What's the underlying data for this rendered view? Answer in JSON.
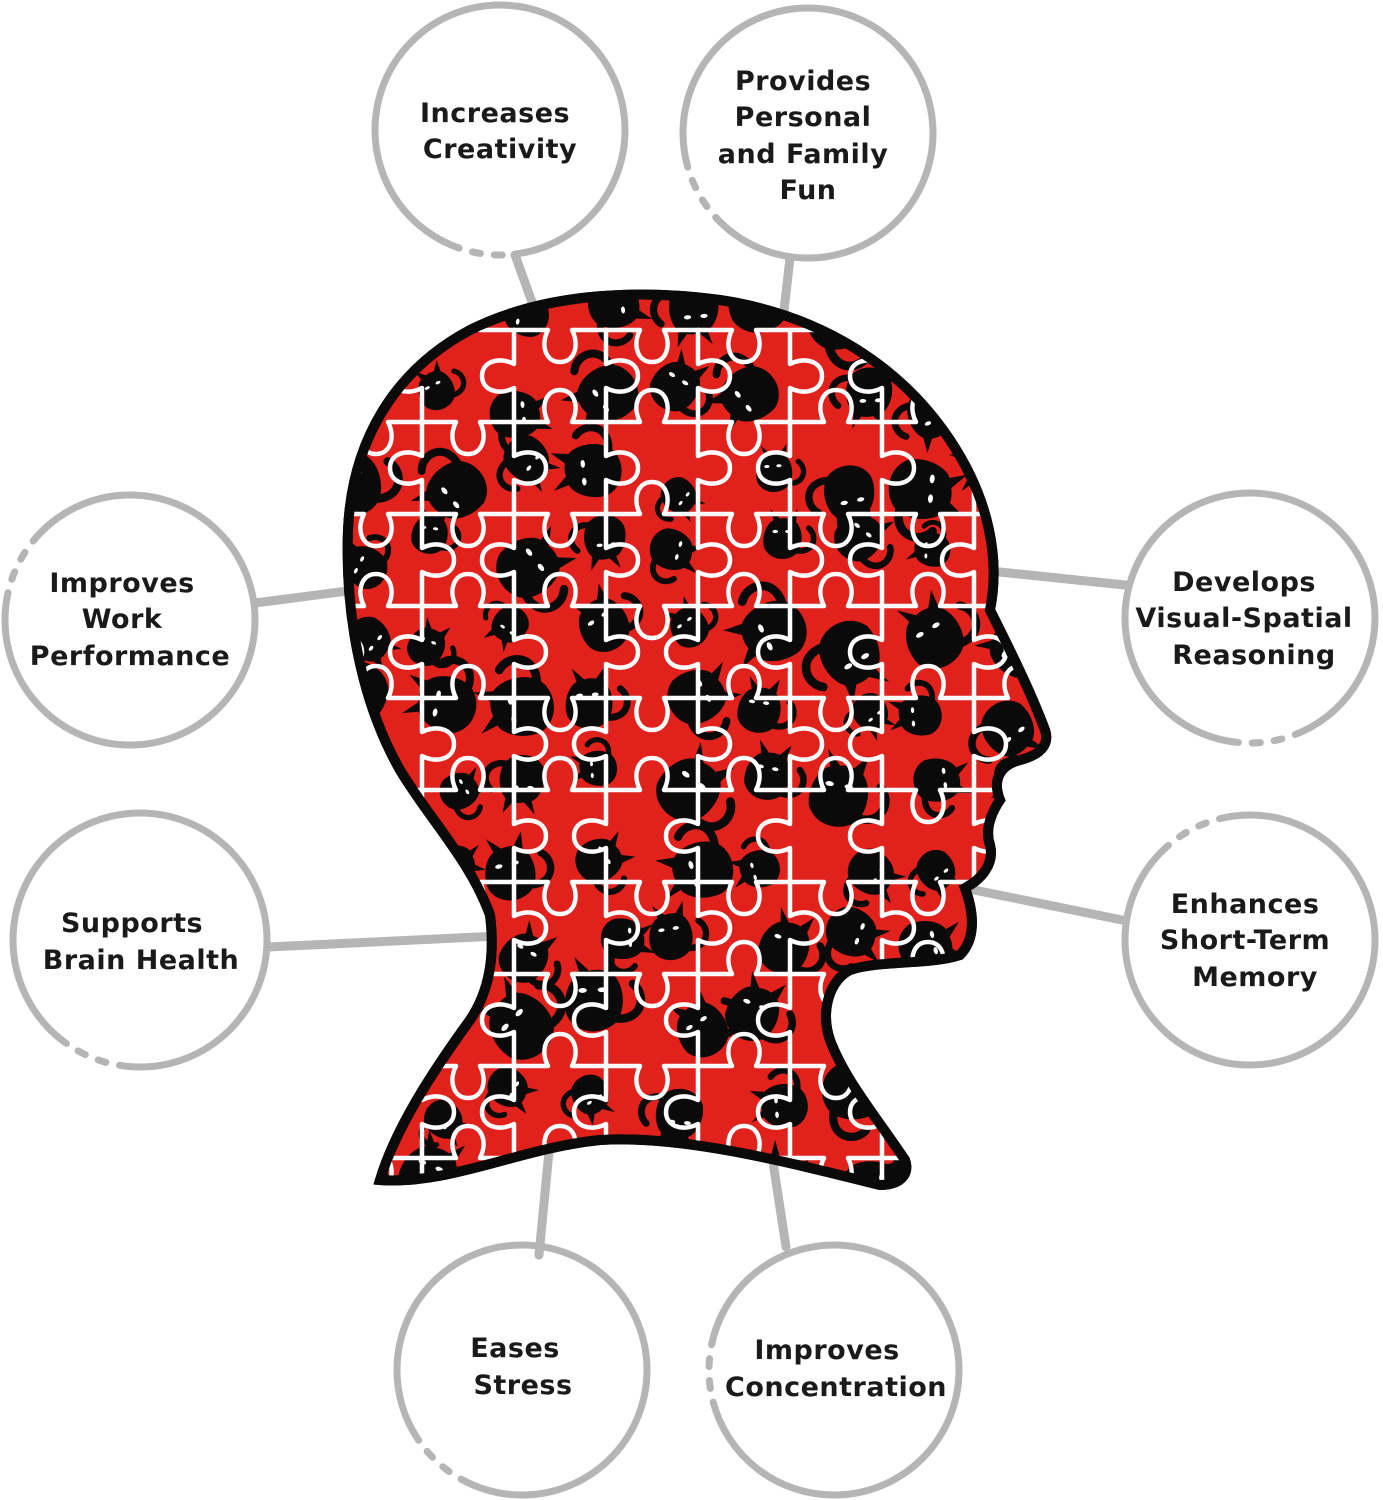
{
  "benefits": [
    {
      "id": "creativity",
      "lines": [
        "Increases",
        "Creativity"
      ]
    },
    {
      "id": "fun",
      "lines": [
        "Provides",
        "Personal",
        "and Family",
        "Fun"
      ]
    },
    {
      "id": "work",
      "lines": [
        "Improves",
        "Work",
        "Performance"
      ]
    },
    {
      "id": "visual",
      "lines": [
        "Develops",
        "Visual-Spatial",
        "Reasoning"
      ]
    },
    {
      "id": "brain",
      "lines": [
        "Supports",
        "Brain Health"
      ]
    },
    {
      "id": "memory",
      "lines": [
        "Enhances",
        "Short-Term",
        "Memory"
      ]
    },
    {
      "id": "stress",
      "lines": [
        "Eases",
        "Stress"
      ]
    },
    {
      "id": "concentration",
      "lines": [
        "Improves",
        "Concentration"
      ]
    }
  ],
  "colors": {
    "head_red": "#e0211c",
    "head_black": "#0a0a0a",
    "ring_gray": "#b5b5b5",
    "text": "#1a1a1a",
    "puzzle_lines": "#ffffff"
  },
  "icons": {
    "head": "head-profile-puzzle-icon"
  }
}
